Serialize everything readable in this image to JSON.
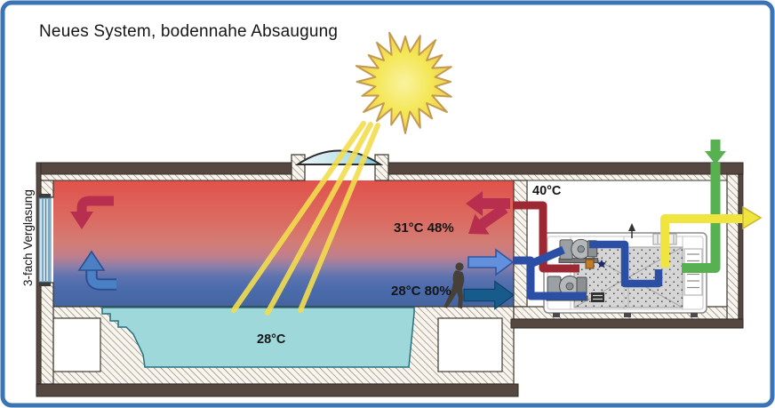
{
  "title": "Neues System, bodennahe Absaugung",
  "hall": {
    "glazing_label": "3-fach Verglasung",
    "upper_air_label": "31°C 48%",
    "lower_air_label": "28°C 80%",
    "pool_label": "28°C"
  },
  "tech_room": {
    "extract_duct_label": "40°C"
  },
  "icons": {
    "sun": "sun-icon",
    "person": "person-silhouette-icon",
    "fresh_air": "green-down-arrow-icon",
    "exhaust_air": "yellow-right-arrow-icon",
    "warm_supply": "crimson-left-arrow-icon",
    "floor_extraction": "dark-blue-right-arrow-icon"
  },
  "colors": {
    "frame": "#3b74b5",
    "hall_warm_top": "#e0524b",
    "hall_cool_bottom": "#45659f",
    "pool_water": "#9ed8db",
    "sun_fill": "#f4e654",
    "ray": "#f2dd4e",
    "warm_arrow": "#b82e4e",
    "mid_extract_arrow_fill": "#6290dd",
    "mid_extract_arrow_border": "#2f55a0",
    "floor_extract_arrow": "#175a8c",
    "cool_elbow_arrow": "#4c80c4",
    "warm_pipe": "#9c2833",
    "cold_pipe": "#2b4fa5",
    "fresh_air_pipe": "#58b151",
    "exhaust_pipe": "#f0e43e",
    "structure_brown": "#564840"
  }
}
